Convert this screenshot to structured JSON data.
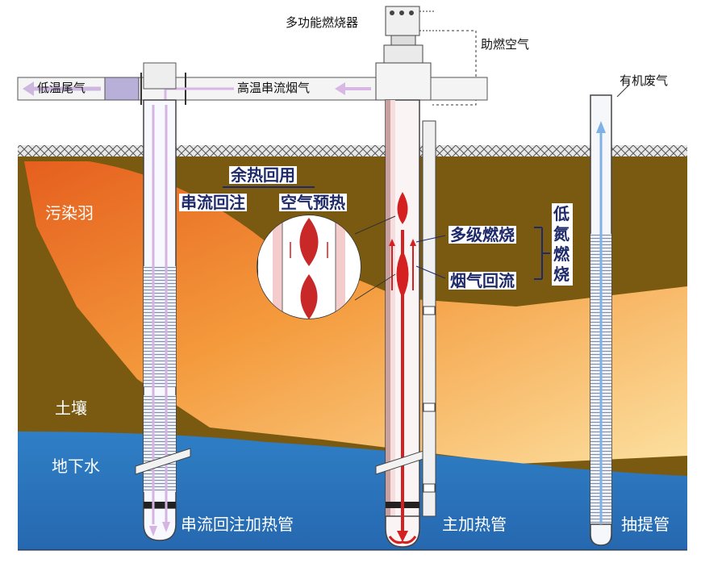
{
  "labels": {
    "burner": "多功能燃烧器",
    "combustion_air": "助燃空气",
    "low_temp_exhaust": "低温尾气",
    "high_temp_flue": "高温串流烟气",
    "organic_gas": "有机废气",
    "waste_heat": "余热回用",
    "serial_reinjection": "串流回注",
    "air_preheat": "空气预热",
    "multi_stage": "多级燃烧",
    "flue_recirculation": "烟气回流",
    "low_nox": "低氮燃烧",
    "plume": "污染羽",
    "soil": "土壤",
    "groundwater": "地下水",
    "reinjection_pipe": "串流回注加热管",
    "main_pipe": "主加热管",
    "extraction_pipe": "抽提管"
  },
  "colors": {
    "soil": "#7a5a10",
    "groundwater": "#2c78c0",
    "plume_dark": "#e8782a",
    "plume_light": "#fbd58a",
    "flame": "#d42020",
    "label_blue": "#1f2a6b",
    "exhaust_arrow": "#cdb6e0"
  }
}
